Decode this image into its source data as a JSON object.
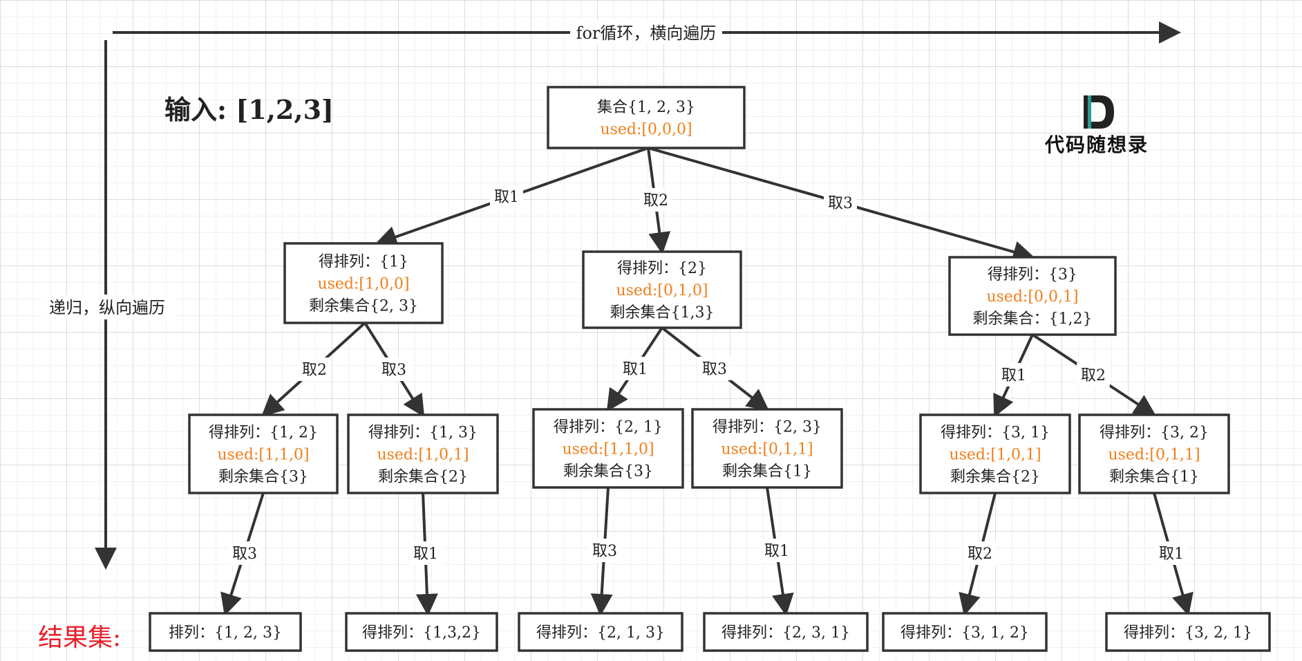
{
  "axes": {
    "horizontal_label": "for循环，横向遍历",
    "vertical_label": "递归，纵向遍历"
  },
  "input_label": "输入: [1,2,3]",
  "result_set_label": "结果集:",
  "logo": {
    "icon": "D-logo-icon",
    "text": "代码随想录"
  },
  "colors": {
    "used": "#f07f1a",
    "result": "#e8202a",
    "line": "#333333"
  },
  "nodes": [
    {
      "id": "root",
      "lines": [
        "集合{1, 2, 3}",
        "used:[0,0,0]"
      ]
    },
    {
      "id": "n1",
      "lines": [
        "得排列：{1}",
        "used:[1,0,0]",
        "剩余集合{2, 3}"
      ]
    },
    {
      "id": "n2",
      "lines": [
        "得排列：{2}",
        "used:[0,1,0]",
        "剩余集合{1,3}"
      ]
    },
    {
      "id": "n3",
      "lines": [
        "得排列：{3}",
        "used:[0,0,1]",
        "剩余集合：{1,2}"
      ]
    },
    {
      "id": "n12",
      "lines": [
        "得排列：{1, 2}",
        "used:[1,1,0]",
        "剩余集合{3}"
      ]
    },
    {
      "id": "n13",
      "lines": [
        "得排列：{1, 3}",
        "used:[1,0,1]",
        "剩余集合{2}"
      ]
    },
    {
      "id": "n21",
      "lines": [
        "得排列：{2, 1}",
        "used:[1,1,0]",
        "剩余集合{3}"
      ]
    },
    {
      "id": "n23",
      "lines": [
        "得排列：{2, 3}",
        "used:[0,1,1]",
        "剩余集合{1}"
      ]
    },
    {
      "id": "n31",
      "lines": [
        "得排列：{3, 1}",
        "used:[1,0,1]",
        "剩余集合{2}"
      ]
    },
    {
      "id": "n32",
      "lines": [
        "得排列：{3, 2}",
        "used:[0,1,1]",
        "剩余集合{1}"
      ]
    },
    {
      "id": "r123",
      "lines": [
        "排列：{1, 2, 3}"
      ]
    },
    {
      "id": "r132",
      "lines": [
        "得排列：{1,3,2}"
      ]
    },
    {
      "id": "r213",
      "lines": [
        "得排列：{2, 1, 3}"
      ]
    },
    {
      "id": "r231",
      "lines": [
        "得排列：{2, 3, 1}"
      ]
    },
    {
      "id": "r312",
      "lines": [
        "得排列：{3, 1, 2}"
      ]
    },
    {
      "id": "r321",
      "lines": [
        "得排列：{3, 2, 1}"
      ]
    }
  ],
  "edges": [
    {
      "from": "root",
      "to": "n1",
      "label": "取1"
    },
    {
      "from": "root",
      "to": "n2",
      "label": "取2"
    },
    {
      "from": "root",
      "to": "n3",
      "label": "取3"
    },
    {
      "from": "n1",
      "to": "n12",
      "label": "取2"
    },
    {
      "from": "n1",
      "to": "n13",
      "label": "取3"
    },
    {
      "from": "n2",
      "to": "n21",
      "label": "取1"
    },
    {
      "from": "n2",
      "to": "n23",
      "label": "取3"
    },
    {
      "from": "n3",
      "to": "n31",
      "label": "取1"
    },
    {
      "from": "n3",
      "to": "n32",
      "label": "取2"
    },
    {
      "from": "n12",
      "to": "r123",
      "label": "取3"
    },
    {
      "from": "n13",
      "to": "r132",
      "label": "取1"
    },
    {
      "from": "n21",
      "to": "r213",
      "label": "取3"
    },
    {
      "from": "n23",
      "to": "r231",
      "label": "取1"
    },
    {
      "from": "n31",
      "to": "r312",
      "label": "取2"
    },
    {
      "from": "n32",
      "to": "r321",
      "label": "取1"
    }
  ]
}
